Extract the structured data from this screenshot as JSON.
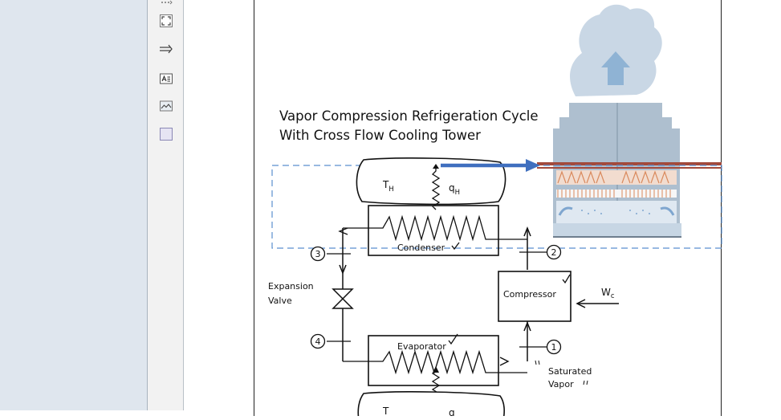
{
  "figure": {
    "title_line1": "Vapor Compression Refrigeration Cycle",
    "title_line2": "With Cross Flow Cooling Tower",
    "th_label": "T",
    "th_sub": "H",
    "qh_label": "q",
    "qh_sub": "H",
    "condenser_label": "Condenser",
    "compressor_label": "Compressor",
    "evaporator_label": "Evaporator",
    "expansion_label_line1": "Expansion",
    "expansion_label_line2": "Valve",
    "wc_label": "W",
    "wc_sub": "c",
    "state_1": "1",
    "state_2": "2",
    "state_3": "3",
    "state_4": "4",
    "saturated_line1": "Saturated",
    "saturated_line2": "Vapor",
    "tl_label": "T",
    "ql_label": "q"
  },
  "colors": {
    "tower_body": "#aebfcf",
    "steam": "#c9d7e5",
    "arrow_blue": "#3f6fbf",
    "dashed_box": "#5b8fcf",
    "pipe_red": "#a24a3c",
    "fill_orange": "#d98a5e"
  }
}
